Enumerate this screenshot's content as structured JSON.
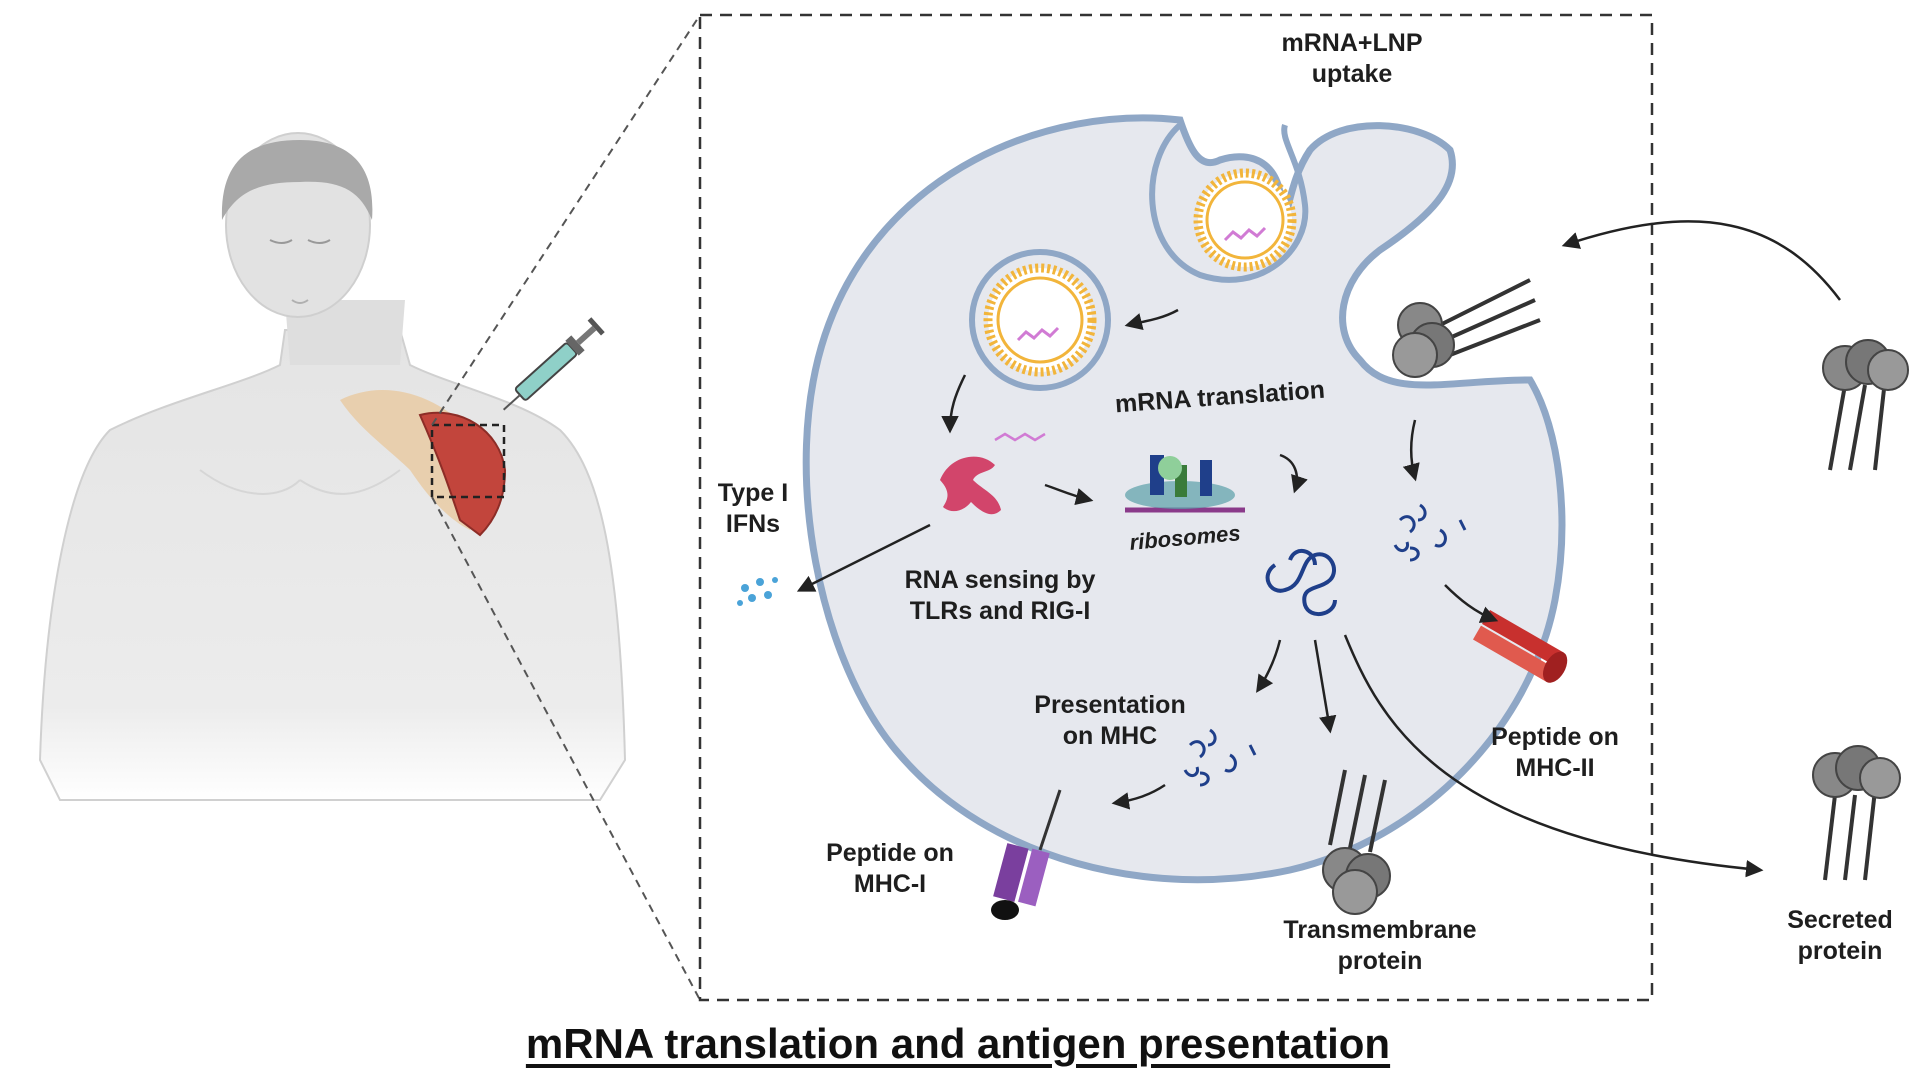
{
  "title": "mRNA translation and antigen presentation",
  "labels": {
    "uptake": [
      "mRNA+LNP",
      "uptake"
    ],
    "translation": "mRNA translation",
    "ribosomes": "ribosomes",
    "type1_ifns": [
      "Type I",
      "IFNs"
    ],
    "rna_sensing": [
      "RNA sensing by",
      "TLRs and RIG-I"
    ],
    "presentation": [
      "Presentation",
      "on MHC"
    ],
    "peptide_mhc1": [
      "Peptide on",
      "MHC-I"
    ],
    "peptide_mhc2": [
      "Peptide on",
      "MHC-II"
    ],
    "transmembrane": [
      "Transmembrane",
      "protein"
    ],
    "secreted": [
      "Secreted",
      "protein"
    ]
  },
  "colors": {
    "cell_fill": "#e6e8ee",
    "membrane": "#8fa7c6",
    "lipid": "#f2b53b",
    "mrna": "#d17bd4",
    "sensor": "#d2456b",
    "protein": "#1f3f8a",
    "mhc1": "#7a3f9e",
    "mhc2": "#c8302e",
    "muscle": "#c2453c",
    "skin": "#ececec",
    "receptor": "#777777"
  }
}
